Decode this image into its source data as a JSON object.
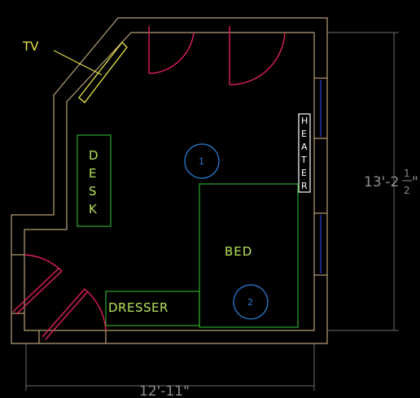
{
  "labels": {
    "tv": "TV",
    "desk": [
      "D",
      "E",
      "S",
      "K"
    ],
    "heater": [
      "H",
      "E",
      "A",
      "T",
      "E",
      "R"
    ],
    "bed": "BED",
    "dresser": "DRESSER",
    "marker_1": "1",
    "marker_2": "2"
  },
  "dimensions": {
    "width": "12'-11\"",
    "height_main": "13'-2",
    "height_frac_num": "1",
    "height_frac_den": "2",
    "height_inch": "\""
  },
  "colors": {
    "background": "#000000",
    "walls": "#b7a178",
    "doors": "#e0205a",
    "furniture": "#2ea62e",
    "windows": "#2a3cc6",
    "markers": "#2a7fd8",
    "dimension_text": "#8f8f8f"
  }
}
